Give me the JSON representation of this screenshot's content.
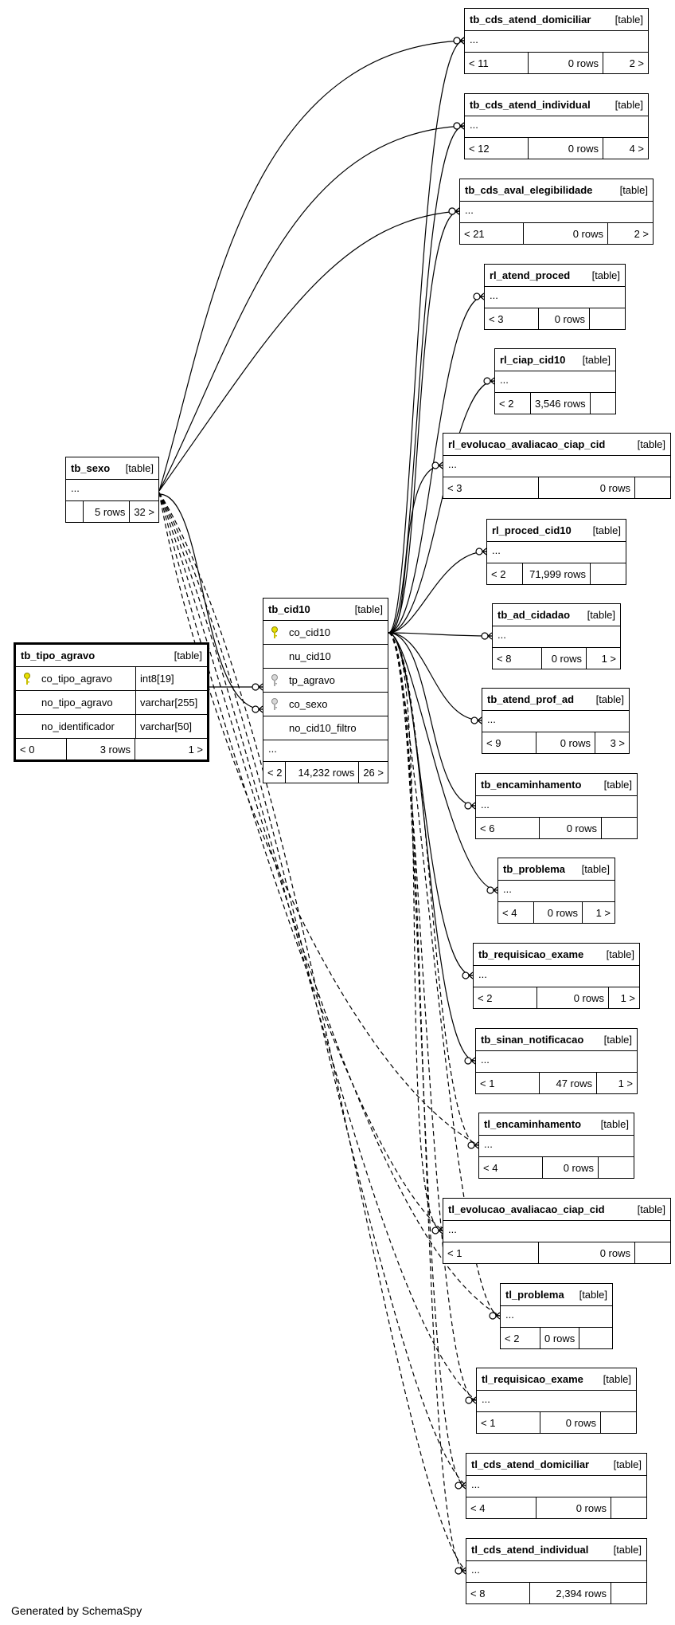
{
  "footer": "Generated by SchemaSpy",
  "focus_table": {
    "name": "tb_tipo_agravo",
    "type": "[table]",
    "columns": [
      {
        "name": "co_tipo_agravo",
        "type": "int8[19]",
        "key": "primary-key"
      },
      {
        "name": "no_tipo_agravo",
        "type": "varchar[255]",
        "key": ""
      },
      {
        "name": "no_identificador",
        "type": "varchar[50]",
        "key": ""
      }
    ],
    "footer": [
      "< 0",
      "3 rows",
      "1 >"
    ]
  },
  "cid_table": {
    "name": "tb_cid10",
    "type": "[table]",
    "columns": [
      {
        "name": "co_cid10",
        "key": "primary-key"
      },
      {
        "name": "nu_cid10",
        "key": ""
      },
      {
        "name": "tp_agravo",
        "key": "foreign-key"
      },
      {
        "name": "co_sexo",
        "key": "foreign-key"
      },
      {
        "name": "no_cid10_filtro",
        "key": ""
      }
    ],
    "dots": "...",
    "footer": [
      "< 2",
      "14,232 rows",
      "26 >"
    ]
  },
  "sexo_table": {
    "name": "tb_sexo",
    "type": "[table]",
    "dots": "...",
    "footer": [
      "",
      "5 rows",
      "32 >"
    ]
  },
  "tables": [
    {
      "name": "tb_cds_atend_domiciliar",
      "type": "[table]",
      "dots": "...",
      "footer": [
        "< 11",
        "0 rows",
        "2 >"
      ]
    },
    {
      "name": "tb_cds_atend_individual",
      "type": "[table]",
      "dots": "...",
      "footer": [
        "< 12",
        "0 rows",
        "4 >"
      ]
    },
    {
      "name": "tb_cds_aval_elegibilidade",
      "type": "[table]",
      "dots": "...",
      "footer": [
        "< 21",
        "0 rows",
        "2 >"
      ]
    },
    {
      "name": "rl_atend_proced",
      "type": "[table]",
      "dots": "...",
      "footer": [
        "< 3",
        "0 rows",
        ""
      ]
    },
    {
      "name": "rl_ciap_cid10",
      "type": "[table]",
      "dots": "...",
      "footer": [
        "< 2",
        "3,546 rows",
        ""
      ]
    },
    {
      "name": "rl_evolucao_avaliacao_ciap_cid",
      "type": "[table]",
      "dots": "...",
      "footer": [
        "< 3",
        "0 rows",
        ""
      ]
    },
    {
      "name": "rl_proced_cid10",
      "type": "[table]",
      "dots": "...",
      "footer": [
        "< 2",
        "71,999 rows",
        ""
      ]
    },
    {
      "name": "tb_ad_cidadao",
      "type": "[table]",
      "dots": "...",
      "footer": [
        "< 8",
        "0 rows",
        "1 >"
      ]
    },
    {
      "name": "tb_atend_prof_ad",
      "type": "[table]",
      "dots": "...",
      "footer": [
        "< 9",
        "0 rows",
        "3 >"
      ]
    },
    {
      "name": "tb_encaminhamento",
      "type": "[table]",
      "dots": "...",
      "footer": [
        "< 6",
        "0 rows",
        ""
      ]
    },
    {
      "name": "tb_problema",
      "type": "[table]",
      "dots": "...",
      "footer": [
        "< 4",
        "0 rows",
        "1 >"
      ]
    },
    {
      "name": "tb_requisicao_exame",
      "type": "[table]",
      "dots": "...",
      "footer": [
        "< 2",
        "0 rows",
        "1 >"
      ]
    },
    {
      "name": "tb_sinan_notificacao",
      "type": "[table]",
      "dots": "...",
      "footer": [
        "< 1",
        "47 rows",
        "1 >"
      ]
    },
    {
      "name": "tl_encaminhamento",
      "type": "[table]",
      "dots": "...",
      "footer": [
        "< 4",
        "0 rows",
        ""
      ]
    },
    {
      "name": "tl_evolucao_avaliacao_ciap_cid",
      "type": "[table]",
      "dots": "...",
      "footer": [
        "< 1",
        "0 rows",
        ""
      ]
    },
    {
      "name": "tl_problema",
      "type": "[table]",
      "dots": "...",
      "footer": [
        "< 2",
        "0 rows",
        ""
      ]
    },
    {
      "name": "tl_requisicao_exame",
      "type": "[table]",
      "dots": "...",
      "footer": [
        "< 1",
        "0 rows",
        ""
      ]
    },
    {
      "name": "tl_cds_atend_domiciliar",
      "type": "[table]",
      "dots": "...",
      "footer": [
        "< 4",
        "0 rows",
        ""
      ]
    },
    {
      "name": "tl_cds_atend_individual",
      "type": "[table]",
      "dots": "...",
      "footer": [
        "< 8",
        "2,394 rows",
        ""
      ]
    }
  ]
}
